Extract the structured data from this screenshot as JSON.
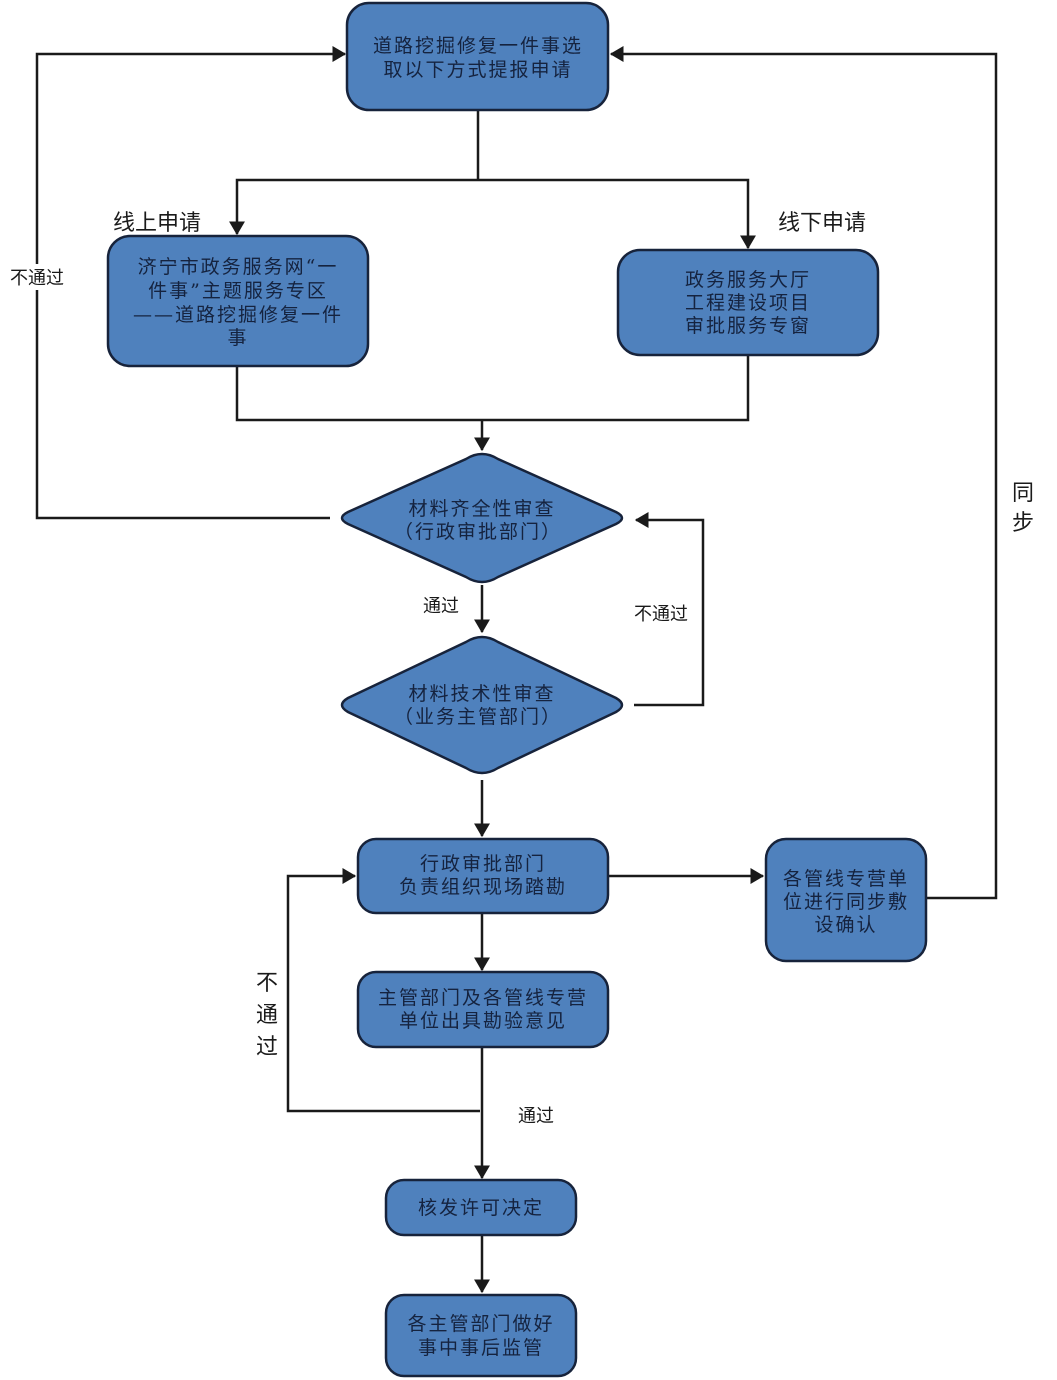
{
  "diagram": {
    "nodes": [
      {
        "id": "start",
        "shape": "rect",
        "lines": [
          "道路挖掘修复一件事选",
          "取以下方式提报申请"
        ]
      },
      {
        "id": "online",
        "shape": "rect",
        "lines": [
          "济宁市政务服务网“一",
          "件事”主题服务专区",
          "——道路挖掘修复一件",
          "事"
        ]
      },
      {
        "id": "offline",
        "shape": "rect",
        "lines": [
          "政务服务大厅",
          "工程建设项目",
          "审批服务专窗"
        ]
      },
      {
        "id": "check1",
        "shape": "diamond",
        "lines": [
          "材料齐全性审查",
          "（行政审批部门）"
        ]
      },
      {
        "id": "check2",
        "shape": "diamond",
        "lines": [
          "材料技术性审查",
          "（业务主管部门）"
        ]
      },
      {
        "id": "survey",
        "shape": "rect",
        "lines": [
          "行政审批部门",
          "负责组织现场踏勘"
        ]
      },
      {
        "id": "pipeline",
        "shape": "rect",
        "lines": [
          "各管线专营单",
          "位进行同步敷",
          "设确认"
        ]
      },
      {
        "id": "opinion",
        "shape": "rect",
        "lines": [
          "主管部门及各管线专营",
          "单位出具勘验意见"
        ]
      },
      {
        "id": "permit",
        "shape": "rect",
        "lines": [
          "核发许可决定"
        ]
      },
      {
        "id": "supervise",
        "shape": "rect",
        "lines": [
          "各主管部门做好",
          "事中事后监管"
        ]
      }
    ],
    "edges": [
      {
        "from": "start",
        "to": "online",
        "label": "线上申请"
      },
      {
        "from": "start",
        "to": "offline",
        "label": "线下申请"
      },
      {
        "from": "online",
        "to": "check1",
        "label": ""
      },
      {
        "from": "offline",
        "to": "check1",
        "label": ""
      },
      {
        "from": "check1",
        "to": "start",
        "label": "不通过"
      },
      {
        "from": "check1",
        "to": "check2",
        "label": "通过"
      },
      {
        "from": "check2",
        "to": "check1",
        "label": "不通过"
      },
      {
        "from": "check2",
        "to": "survey",
        "label": ""
      },
      {
        "from": "survey",
        "to": "pipeline",
        "label": ""
      },
      {
        "from": "pipeline",
        "to": "start",
        "label": "同步"
      },
      {
        "from": "survey",
        "to": "opinion",
        "label": ""
      },
      {
        "from": "opinion",
        "to": "survey",
        "label": "不通过"
      },
      {
        "from": "opinion",
        "to": "permit",
        "label": "通过"
      },
      {
        "from": "permit",
        "to": "supervise",
        "label": ""
      }
    ]
  }
}
